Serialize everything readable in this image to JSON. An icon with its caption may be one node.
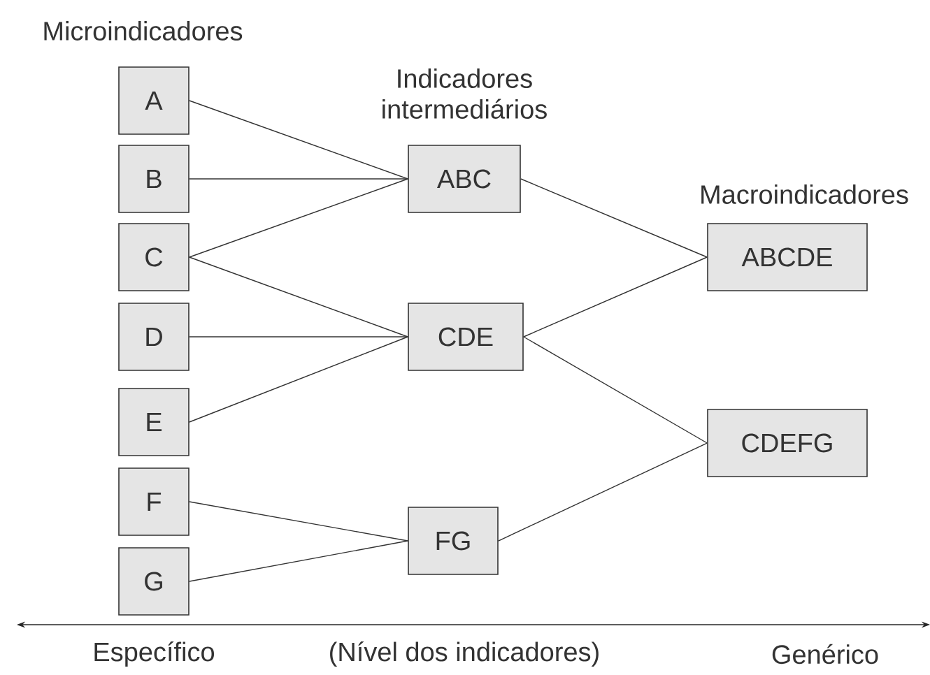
{
  "diagram": {
    "nodes": [
      {
        "text": [
          "A"
        ]
      },
      {
        "text": [
          "B"
        ]
      },
      {
        "text": [
          "C"
        ]
      },
      {
        "text": [
          "D"
        ]
      },
      {
        "text": [
          "E"
        ]
      },
      {
        "text": [
          "F"
        ]
      },
      {
        "text": [
          "G"
        ]
      },
      {
        "text": [
          "ABC"
        ]
      },
      {
        "text": [
          "CDE"
        ]
      },
      {
        "text": [
          "FG"
        ]
      },
      {
        "text": [
          "ABCDE"
        ]
      },
      {
        "text": [
          "CDEFG"
        ]
      }
    ],
    "edges": [
      {
        "from": 0,
        "to": 7,
        "arrow": "none"
      },
      {
        "from": 1,
        "to": 7,
        "arrow": "none"
      },
      {
        "from": 2,
        "to": 7,
        "arrow": "none"
      },
      {
        "from": 2,
        "to": 8,
        "arrow": "none"
      },
      {
        "from": 3,
        "to": 8,
        "arrow": "none"
      },
      {
        "from": 4,
        "to": 8,
        "arrow": "none"
      },
      {
        "from": 5,
        "to": 9,
        "arrow": "none"
      },
      {
        "from": 6,
        "to": 9,
        "arrow": "none"
      },
      {
        "from": 7,
        "to": 10,
        "arrow": "none"
      },
      {
        "from": 8,
        "to": 10,
        "arrow": "none"
      },
      {
        "from": 8,
        "to": 11,
        "arrow": "none"
      },
      {
        "from": 9,
        "to": 11,
        "arrow": "none"
      }
    ],
    "labels": [
      "Microindicadores",
      "Indicadores intermediários",
      "Macroindicadores",
      "Específico",
      "(Nível dos indicadores)",
      "Genérico"
    ]
  }
}
